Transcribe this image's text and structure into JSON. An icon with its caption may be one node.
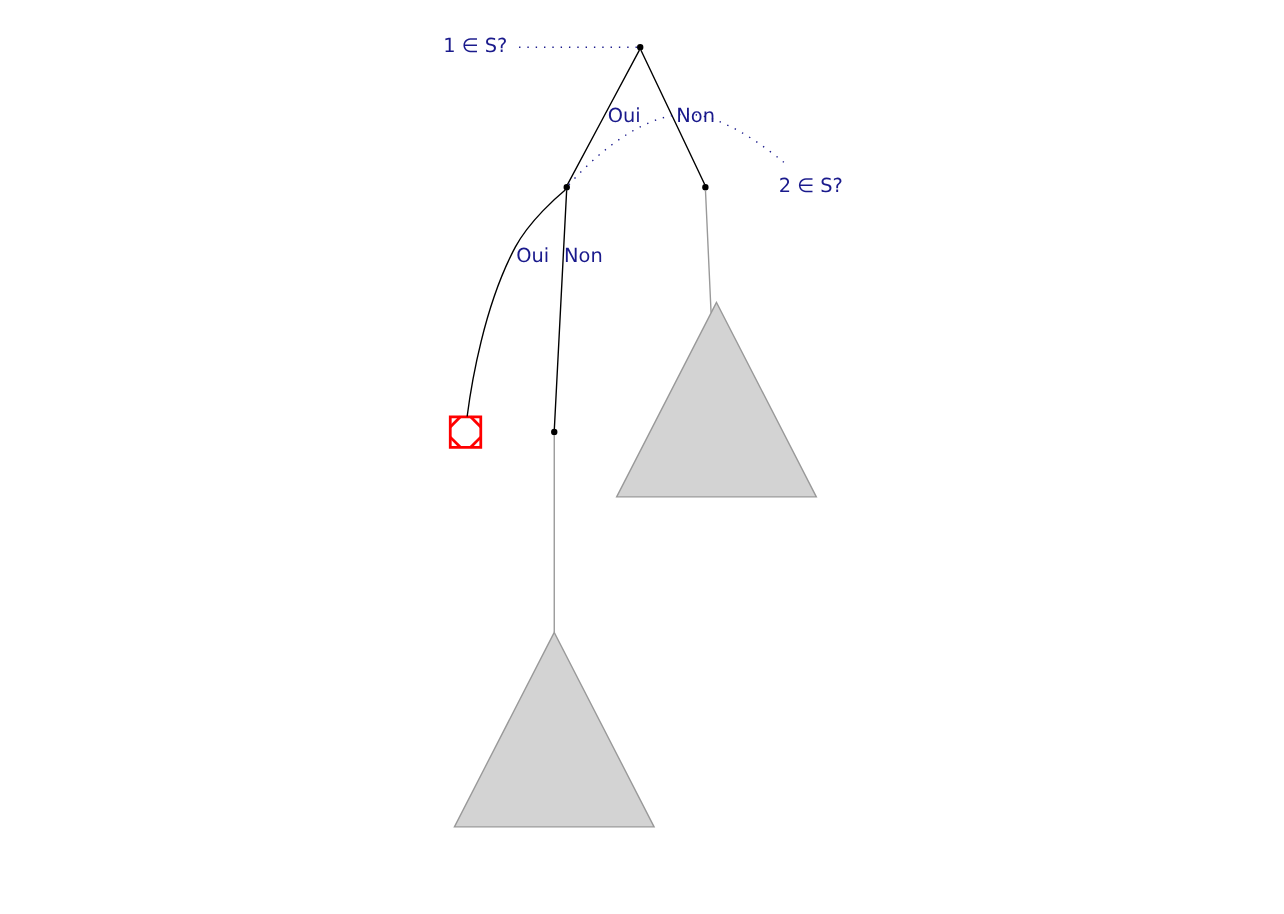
{
  "diagram": {
    "nodes": [
      {
        "text": [
          "1 ∈ S?"
        ]
      },
      {
        "text": [],
        "shape": "point"
      },
      {
        "text": [
          "2 ∈ S?"
        ]
      },
      {
        "text": [],
        "shape": "point"
      },
      {
        "text": [],
        "shape": "point"
      },
      {
        "text": [],
        "shape": "cross"
      },
      {
        "text": [],
        "shape": "point"
      },
      {
        "text": [],
        "shape": "triangle"
      },
      {
        "text": [],
        "shape": "triangle"
      }
    ],
    "edges": [
      {
        "from": 0,
        "to": 1,
        "arrow": "none",
        "style": "dashed",
        "color": "#1a1a8c"
      },
      {
        "from": 1,
        "to": 3,
        "arrow": "none",
        "label": "Oui"
      },
      {
        "from": 1,
        "to": 4,
        "arrow": "none",
        "label": "Non"
      },
      {
        "from": 2,
        "to": 3,
        "arrow": "none",
        "style": "dashed",
        "color": "#1a1a8c"
      },
      {
        "from": 3,
        "to": 5,
        "arrow": "none",
        "label": "Oui"
      },
      {
        "from": 3,
        "to": 6,
        "arrow": "none",
        "label": "Non"
      },
      {
        "from": 6,
        "to": 7,
        "arrow": "none",
        "color": "#999999"
      },
      {
        "from": 4,
        "to": 8,
        "arrow": "none",
        "color": "#999999"
      }
    ]
  }
}
